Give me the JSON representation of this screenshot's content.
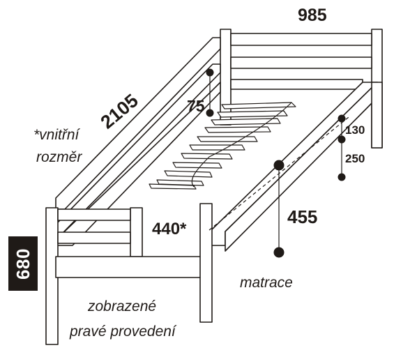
{
  "dimensions": {
    "width": "985",
    "length": "2105",
    "headboard_gap": "75",
    "rail_top": "130",
    "rail_bottom": "250",
    "leg_height": "440*",
    "mattress_height": "455",
    "overall_height": "680"
  },
  "notes": {
    "inner_size_line1": "*vnitřní",
    "inner_size_line2": "rozměr",
    "mattress": "matrace",
    "variant_line1": "zobrazené",
    "variant_line2": "pravé provedení"
  },
  "colors": {
    "line": "#1f1a17",
    "background": "#ffffff",
    "tab": "#1f1a17"
  }
}
